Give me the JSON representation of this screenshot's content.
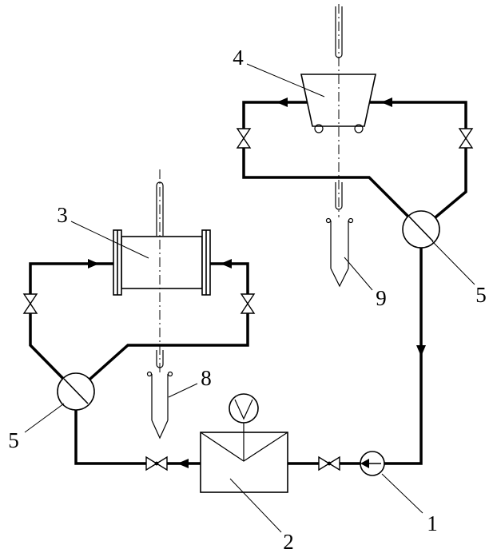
{
  "figure": {
    "type": "patent-schematic",
    "background_color": "#ffffff",
    "line_color": "#000000",
    "callouts": [
      {
        "id": "callout-4",
        "text": "4",
        "points_to": "evaporator-vessel"
      },
      {
        "id": "callout-3",
        "text": "3",
        "points_to": "flanged-heat-exchanger"
      },
      {
        "id": "callout-9",
        "text": "9",
        "points_to": "right-probe-tube"
      },
      {
        "id": "callout-5-right",
        "text": "5",
        "points_to": "right-separator"
      },
      {
        "id": "callout-8",
        "text": "8",
        "points_to": "left-probe-tube"
      },
      {
        "id": "callout-5-left",
        "text": "5",
        "points_to": "left-separator"
      },
      {
        "id": "callout-2",
        "text": "2",
        "points_to": "stirred-tank"
      },
      {
        "id": "callout-1",
        "text": "1",
        "points_to": "pump"
      }
    ]
  }
}
